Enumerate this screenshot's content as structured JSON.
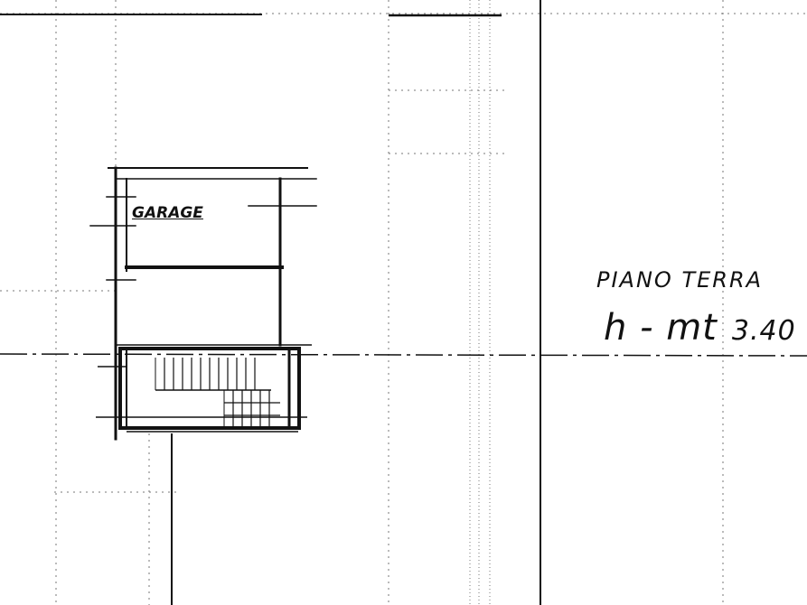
{
  "drawing": {
    "room_label": "GARAGE",
    "floor_label": "PIANO TERRA",
    "height_label": "h - mt",
    "height_value": "3.40"
  },
  "colors": {
    "ink": "#111111",
    "paper": "#ffffff",
    "grid": "#777777"
  }
}
